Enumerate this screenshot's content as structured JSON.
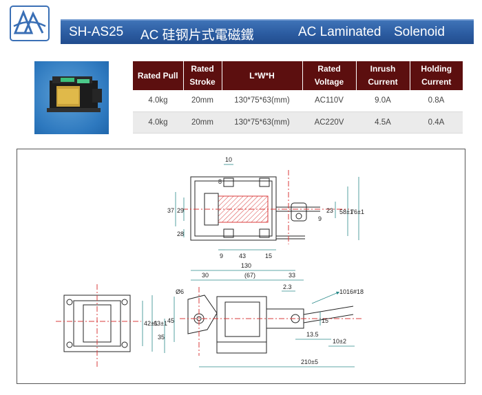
{
  "header": {
    "model": "SH-AS25",
    "title_cn": "AC 硅钢片式電磁鐵",
    "title_en_1": "AC Laminated",
    "title_en_2": "Solenoid"
  },
  "colors": {
    "title_bar": "#2d5ea3",
    "table_header": "#5c0f0f",
    "photo_bg": "#2e79bf",
    "hatch": "#d93a3a"
  },
  "spec_table": {
    "headers": [
      "Rated Pull",
      "Rated Stroke",
      "L*W*H",
      "Rated Voltage",
      "Inrush Current",
      "Holding Current"
    ],
    "rows": [
      [
        "4.0kg",
        "20mm",
        "130*75*63(mm)",
        "AC110V",
        "9.0A",
        "0.8A"
      ],
      [
        "4.0kg",
        "20mm",
        "130*75*63(mm)",
        "AC220V",
        "4.5A",
        "0.4A"
      ]
    ]
  },
  "drawing": {
    "labels": {
      "d10": "10",
      "d8": "8",
      "d37": "37",
      "d29": "29",
      "d28": "28",
      "d23": "23",
      "d9a": "9",
      "d58": "58±1",
      "d76": "76±1",
      "d9b": "9",
      "d43": "43",
      "d15a": "15",
      "d130": "130",
      "d30": "30",
      "d67": "(67)",
      "d33": "33",
      "d23b": "2.3",
      "d6": "Ø6",
      "wire": "1016#18",
      "d42": "42±1",
      "d63": "63±1",
      "d45": "45",
      "d35": "35",
      "d15b": "15",
      "d13_5": "13.5",
      "d10b": "10±2",
      "d210": "210±5"
    }
  }
}
